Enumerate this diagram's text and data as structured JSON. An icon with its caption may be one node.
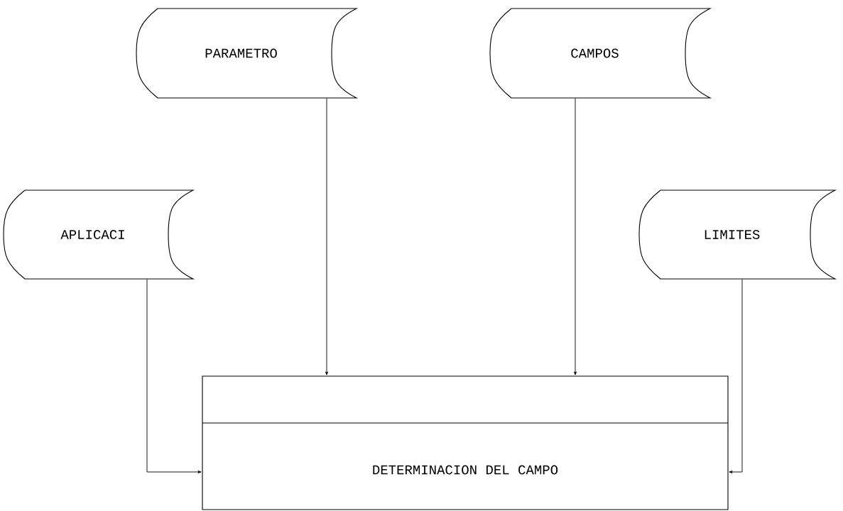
{
  "diagram": {
    "nodes": [
      {
        "text": [
          "PARAMETRO"
        ]
      },
      {
        "text": [
          "CAMPOS"
        ]
      },
      {
        "text": [
          "APLICACI"
        ]
      },
      {
        "text": [
          "LIMITES"
        ]
      },
      {
        "text": [
          "DETERMINACION DEL CAMPO"
        ]
      }
    ],
    "edges": [
      {
        "from": 0,
        "to": 4,
        "arrow": "to"
      },
      {
        "from": 1,
        "to": 4,
        "arrow": "to"
      },
      {
        "from": 2,
        "to": 4,
        "arrow": "to"
      },
      {
        "from": 3,
        "to": 4,
        "arrow": "to"
      }
    ]
  }
}
